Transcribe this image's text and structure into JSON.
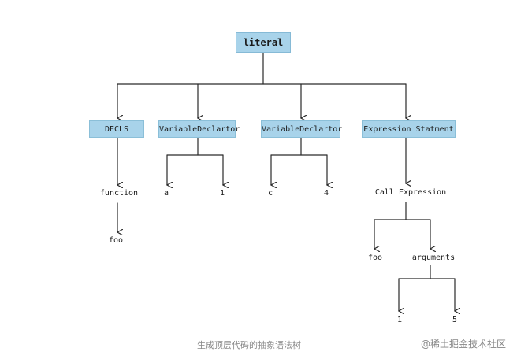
{
  "diagram": {
    "root": {
      "label": "literal"
    },
    "level1": [
      {
        "label": "DECLS"
      },
      {
        "label": "VariableDeclartor"
      },
      {
        "label": "VariableDeclartor"
      },
      {
        "label": "Expression Statment"
      }
    ],
    "decls_children": [
      "function",
      "foo"
    ],
    "declarator1_children": [
      "a",
      "1"
    ],
    "declarator2_children": [
      "c",
      "4"
    ],
    "expression_children": {
      "call": "Call Expression",
      "callee": "foo",
      "arguments": "arguments",
      "args": [
        "1",
        "5"
      ]
    },
    "colors": {
      "box_fill": "#a8d3ea",
      "line": "#2a2a2a"
    }
  },
  "caption": "生成顶层代码的抽象语法树",
  "watermark": "@稀土掘金技术社区"
}
